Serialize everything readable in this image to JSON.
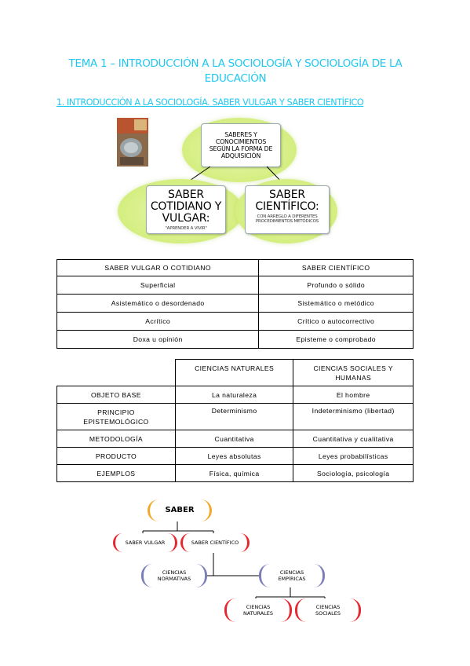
{
  "heading": {
    "title": "TEMA 1 – INTRODUCCIÓN A LA SOCIOLOGÍA Y SOCIOLOGÍA DE LA EDUCACIÓN",
    "section": "1. INTRODUCCIÓN A LA SOCIOLOGÍA. SABER VULGAR Y SABER CIENTÍFICO"
  },
  "diagram1": {
    "top_box": "SABERES Y CONOCIMIENTOS SEGÚN LA FORMA DE ADQUISICIÓN",
    "left_title": "SABER COTIDIANO Y VULGAR:",
    "left_sub": "\"APRENDER A VIVIR\"",
    "right_title": "SABER CIENTÍFICO:",
    "right_sub": "CON ARREGLO A DIFERENTES PROCEDIMIENTOS METÓDICOS"
  },
  "table1": {
    "headers": [
      "SABER VULGAR O COTIDIANO",
      "SABER CIENTÍFICO"
    ],
    "rows": [
      [
        "Superficial",
        "Profundo o sólido"
      ],
      [
        "Asistemático o desordenado",
        "Sistemático o metódico"
      ],
      [
        "Acrítico",
        "Crítico o autocorrectivo"
      ],
      [
        "Doxa u opinión",
        "Episteme o comprobado"
      ]
    ]
  },
  "table2": {
    "headers": [
      "",
      "CIENCIAS NATURALES",
      "CIENCIAS SOCIALES Y HUMANAS"
    ],
    "rows": [
      [
        "OBJETO BASE",
        "La naturaleza",
        "El hombre"
      ],
      [
        "PRINCIPIO EPISTEMOLÓGICO",
        "Determinismo",
        "Indeterminismo (libertad)"
      ],
      [
        "METODOLOGÍA",
        "Cuantitativa",
        "Cuantitativa y cualitativa"
      ],
      [
        "PRODUCTO",
        "Leyes absolutas",
        "Leyes probabilísticas"
      ],
      [
        "EJEMPLOS",
        "Física, química",
        "Sociología, psicología"
      ]
    ]
  },
  "diagram2": {
    "root": "SABER",
    "vulgar": "SABER VULGAR",
    "cientifico": "SABER CIENTÍFICO",
    "normativas": "CIENCIAS NORMATIVAS",
    "empiricas": "CIENCIAS EMPÍRICAS",
    "naturales": "CIENCIAS NATURALES",
    "sociales": "CIENCIAS SOCIALES",
    "colors": {
      "root": "#f5a623",
      "level1": "#e8262d",
      "level2": "#7b7fb8",
      "level3": "#e8262d"
    }
  }
}
